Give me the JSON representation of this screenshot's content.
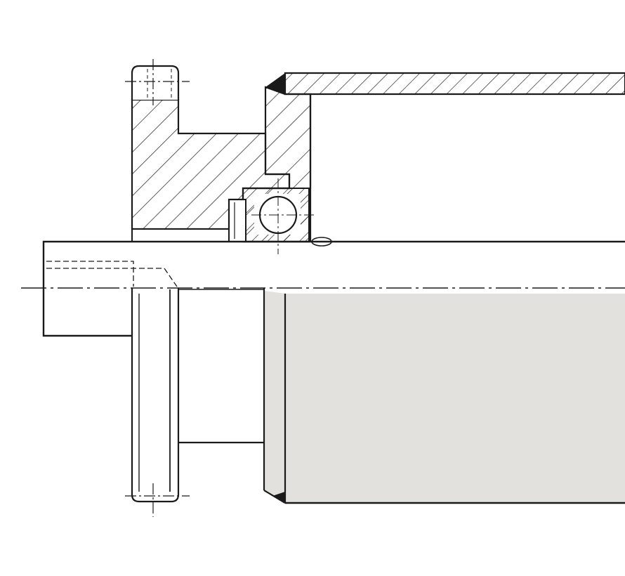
{
  "drawing": {
    "line_color": "#1a1a1a",
    "background_color": "#ffffff",
    "roller_fill_color": "#e2e1dd",
    "hatch_color": "#1a1a1a"
  },
  "parts": [
    {
      "name": "sprocket-hub",
      "kind": "section-hatched"
    },
    {
      "name": "sprocket-teeth",
      "kind": "outline"
    },
    {
      "name": "bearing-housing",
      "kind": "section-hatched"
    },
    {
      "name": "ball-bearing",
      "kind": "section"
    },
    {
      "name": "roller-tube-wall",
      "kind": "section-hatched"
    },
    {
      "name": "shaft",
      "kind": "outline"
    },
    {
      "name": "roller-tube-body",
      "kind": "shaded"
    },
    {
      "name": "center-axis",
      "kind": "centerline"
    }
  ]
}
